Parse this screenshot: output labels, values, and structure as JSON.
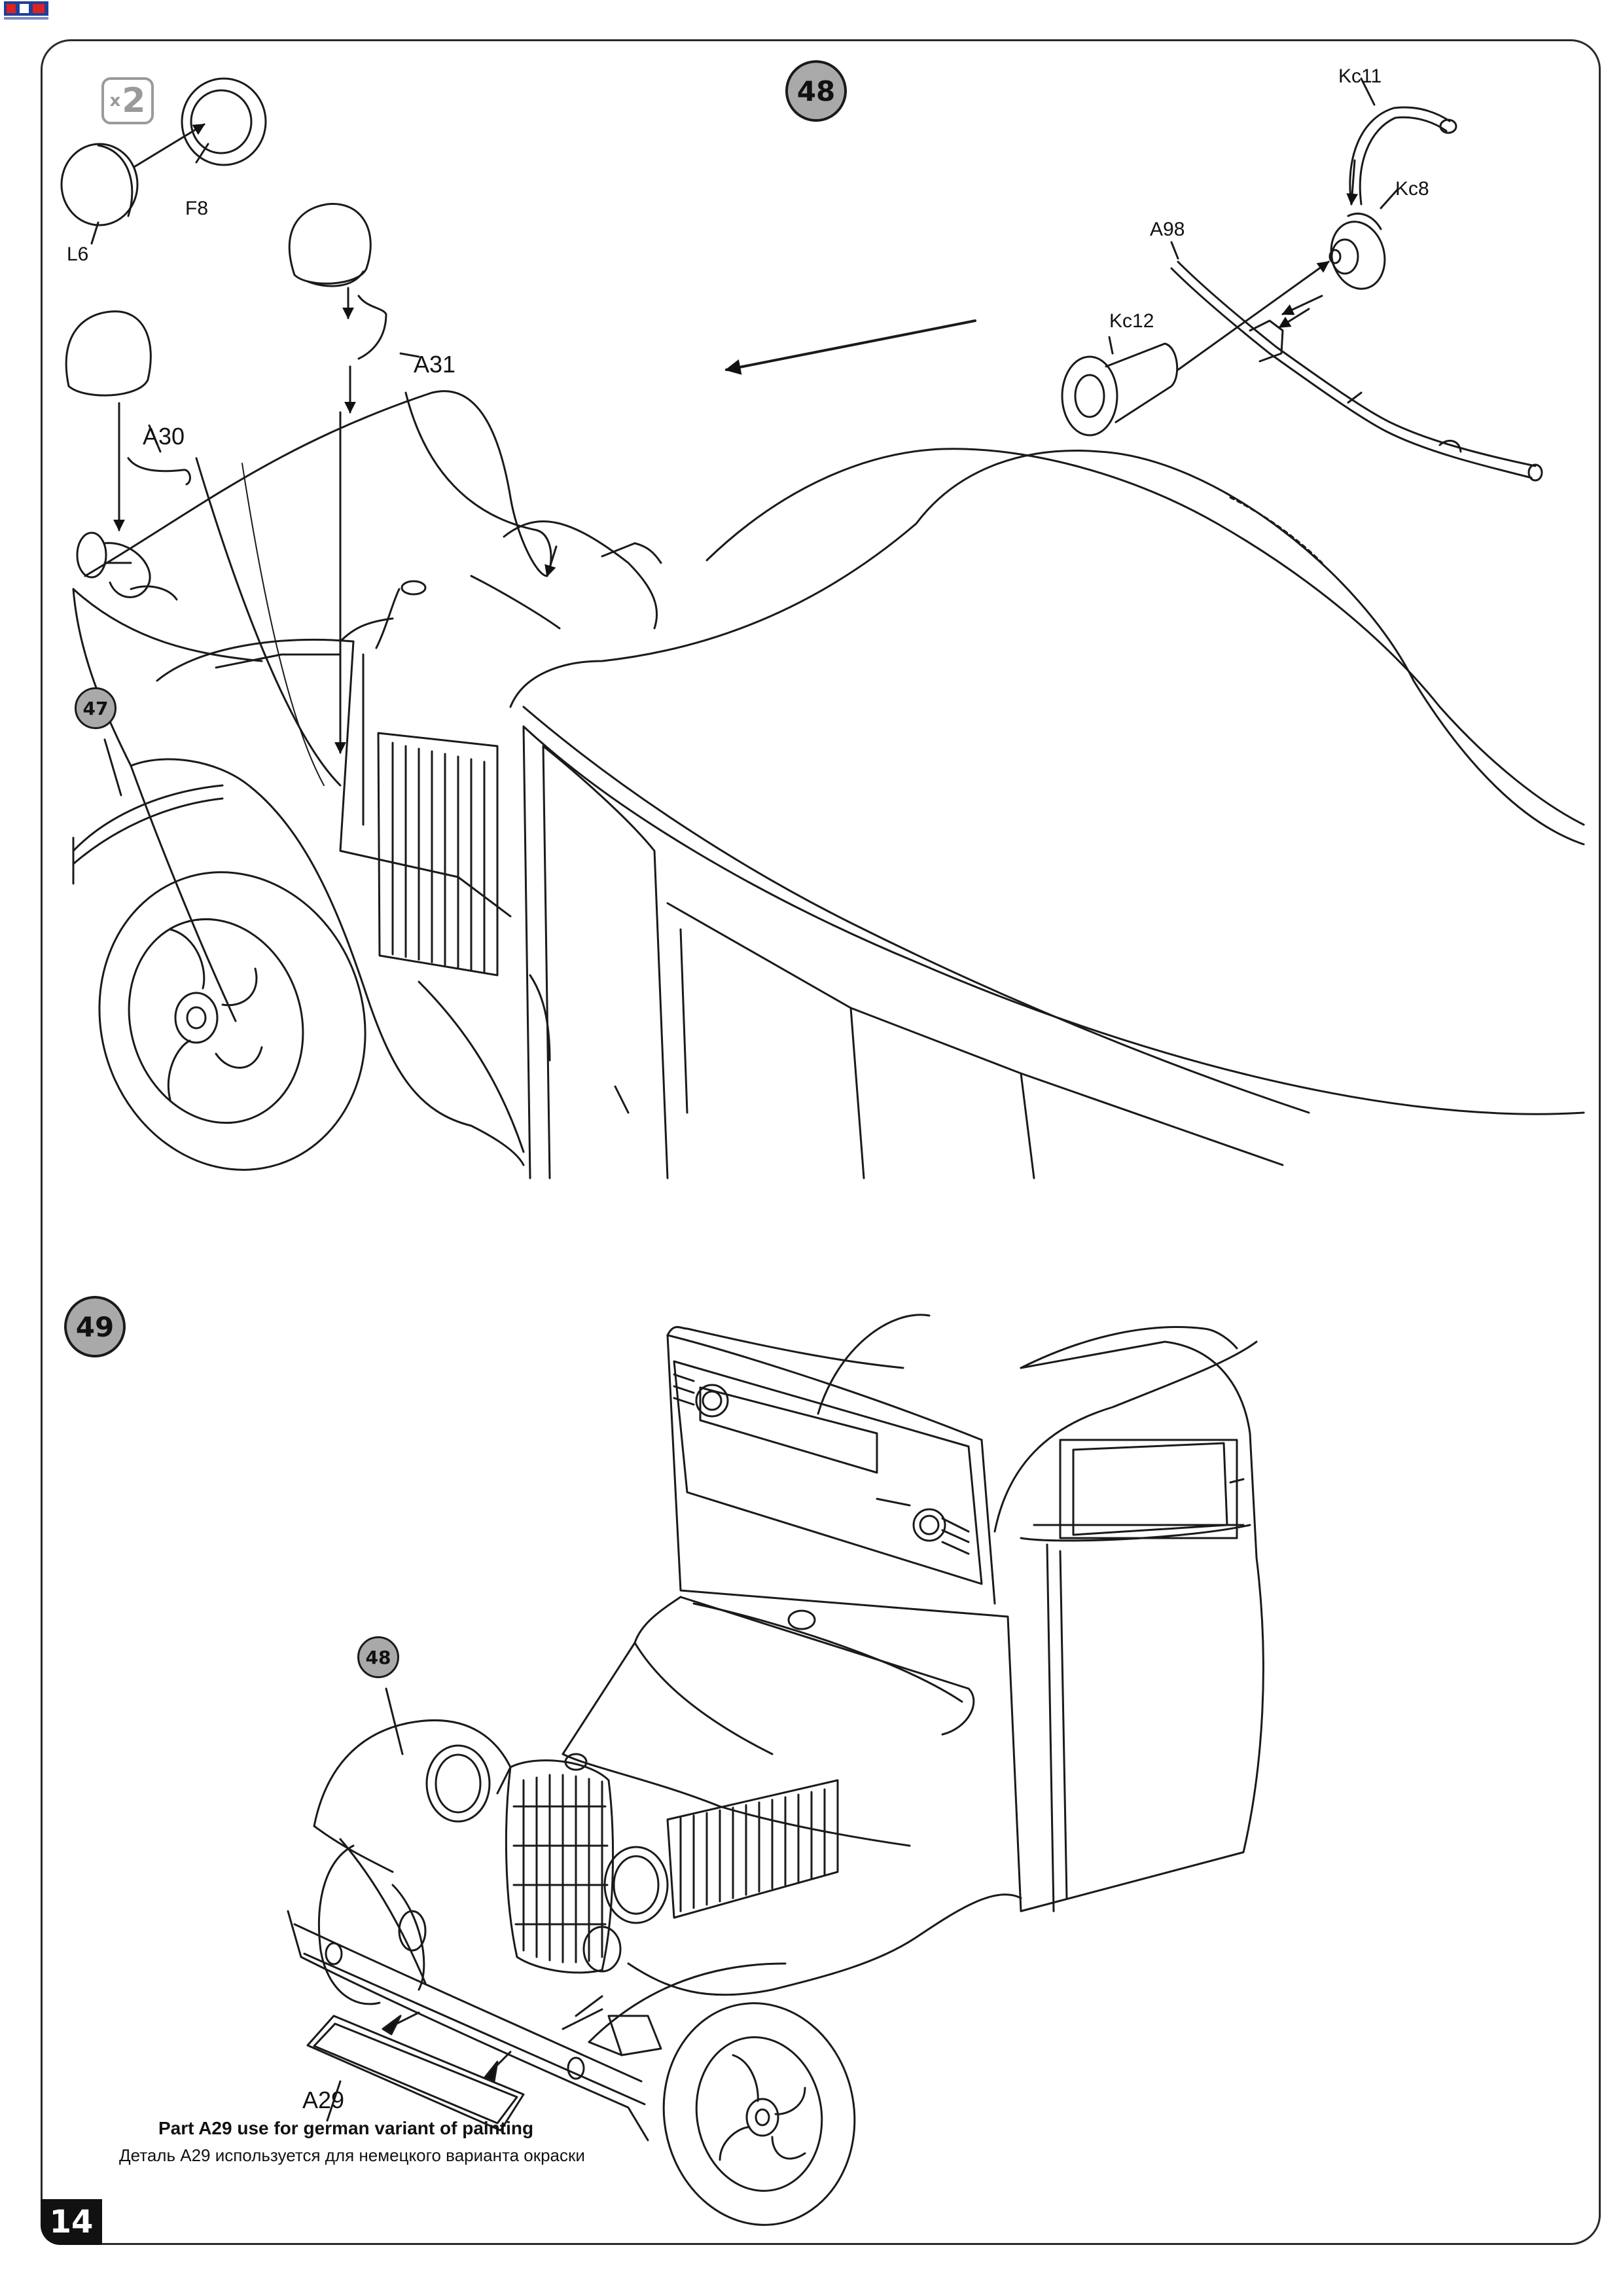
{
  "steps": {
    "step48": "48",
    "step49": "49",
    "ref47": "47",
    "ref48": "48"
  },
  "quantity": {
    "x": "x",
    "n": "2"
  },
  "parts": {
    "L6": "L6",
    "F8": "F8",
    "A31": "A31",
    "A30": "A30",
    "Kc11": "Kc11",
    "Kc8": "Kc8",
    "A98": "A98",
    "Kc12": "Kc12",
    "A29": "A29"
  },
  "notes": {
    "english": "Part A29 use for german variant of painting",
    "russian": "Деталь A29 используется для немецкого варианта окраски"
  },
  "page_number": "14",
  "colors": {
    "badge_fill": "#a9a9a9",
    "line": "#1a1a1a",
    "page_number_bg": "#111111"
  }
}
